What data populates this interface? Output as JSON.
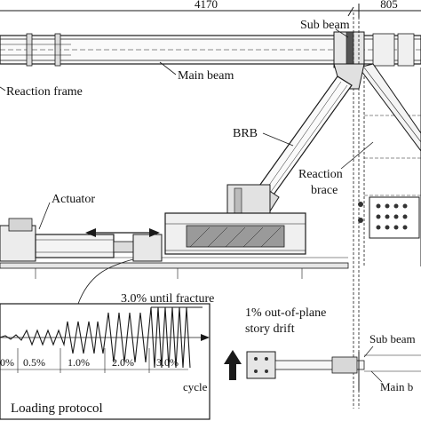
{
  "dimensions": {
    "left_span": "4170",
    "right_span": "805"
  },
  "labels": {
    "sub_beam_top": "Sub beam",
    "main_beam": "Main beam",
    "reaction_frame": "Reaction frame",
    "brb": "BRB",
    "reaction_brace_line1": "Reaction",
    "reaction_brace_line2": "brace",
    "actuator": "Actuator",
    "until_fracture": "3.0% until fracture",
    "out_of_plane_line1": "1% out-of-plane",
    "out_of_plane_line2": "story drift",
    "sub_beam_bottom": "Sub beam",
    "main_beam_bottom": "Main b",
    "loading_protocol": "Loading protocol",
    "cycle": "cycle"
  },
  "protocol": {
    "steps": [
      "0%",
      "0.5%",
      "1.0%",
      "2.0%",
      "3.0%"
    ]
  },
  "colors": {
    "ink": "#1a1a1a",
    "paper": "#ffffff",
    "steel": "#d9d9d9"
  }
}
